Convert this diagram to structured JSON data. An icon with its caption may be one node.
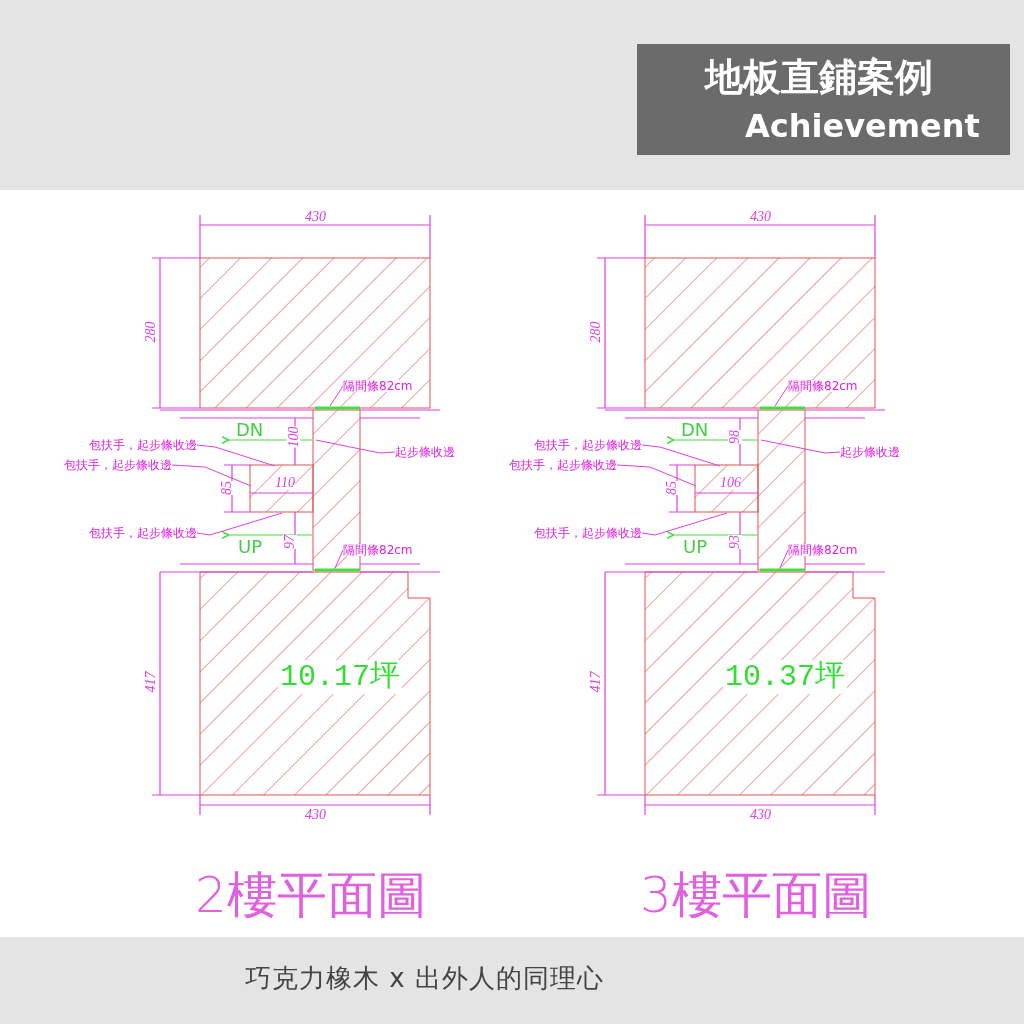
{
  "diagram": {
    "title": "地板直鋪案例",
    "caption": "巧克力橡木 x 出外人的同理心",
    "nodes": [
      {
        "text": [
          "隔間條82cm"
        ]
      },
      {
        "text": [
          "包扶手，起步條收邊"
        ]
      },
      {
        "text": [
          "包扶手，起步條收邊"
        ]
      },
      {
        "text": [
          "起步條收邊"
        ]
      },
      {
        "text": [
          "包扶手，起步條收邊"
        ]
      },
      {
        "text": [
          "隔間條82cm"
        ]
      },
      {
        "text": [
          "隔間條82cm"
        ]
      },
      {
        "text": [
          "包扶手，起步條收邊"
        ]
      },
      {
        "text": [
          "包扶手，起步條收邊"
        ]
      },
      {
        "text": [
          "起步條收邊"
        ]
      },
      {
        "text": [
          "包扶手，起步條收邊"
        ]
      },
      {
        "text": [
          "隔間條82cm"
        ]
      }
    ],
    "edges": [
      {
        "from": 0,
        "to": null,
        "arrow": "none"
      },
      {
        "from": 1,
        "to": null,
        "arrow": "none"
      },
      {
        "from": 2,
        "to": null,
        "arrow": "none"
      },
      {
        "from": 3,
        "to": null,
        "arrow": "none"
      },
      {
        "from": 4,
        "to": null,
        "arrow": "none"
      },
      {
        "from": 5,
        "to": null,
        "arrow": "none"
      },
      {
        "from": 6,
        "to": null,
        "arrow": "none"
      },
      {
        "from": 7,
        "to": null,
        "arrow": "none"
      },
      {
        "from": 8,
        "to": null,
        "arrow": "none"
      },
      {
        "from": 9,
        "to": null,
        "arrow": "none"
      },
      {
        "from": 10,
        "to": null,
        "arrow": "none"
      },
      {
        "from": 11,
        "to": null,
        "arrow": "none"
      }
    ],
    "labels": [
      "Achievement",
      "430",
      "280",
      "DN",
      "100",
      "85",
      "110",
      "UP",
      "97",
      "417",
      "10.17坪",
      "430",
      "2樓平面圖",
      "430",
      "280",
      "DN",
      "98",
      "85",
      "106",
      "UP",
      "93",
      "417",
      "10.37坪",
      "430",
      "3樓平面圖"
    ]
  }
}
